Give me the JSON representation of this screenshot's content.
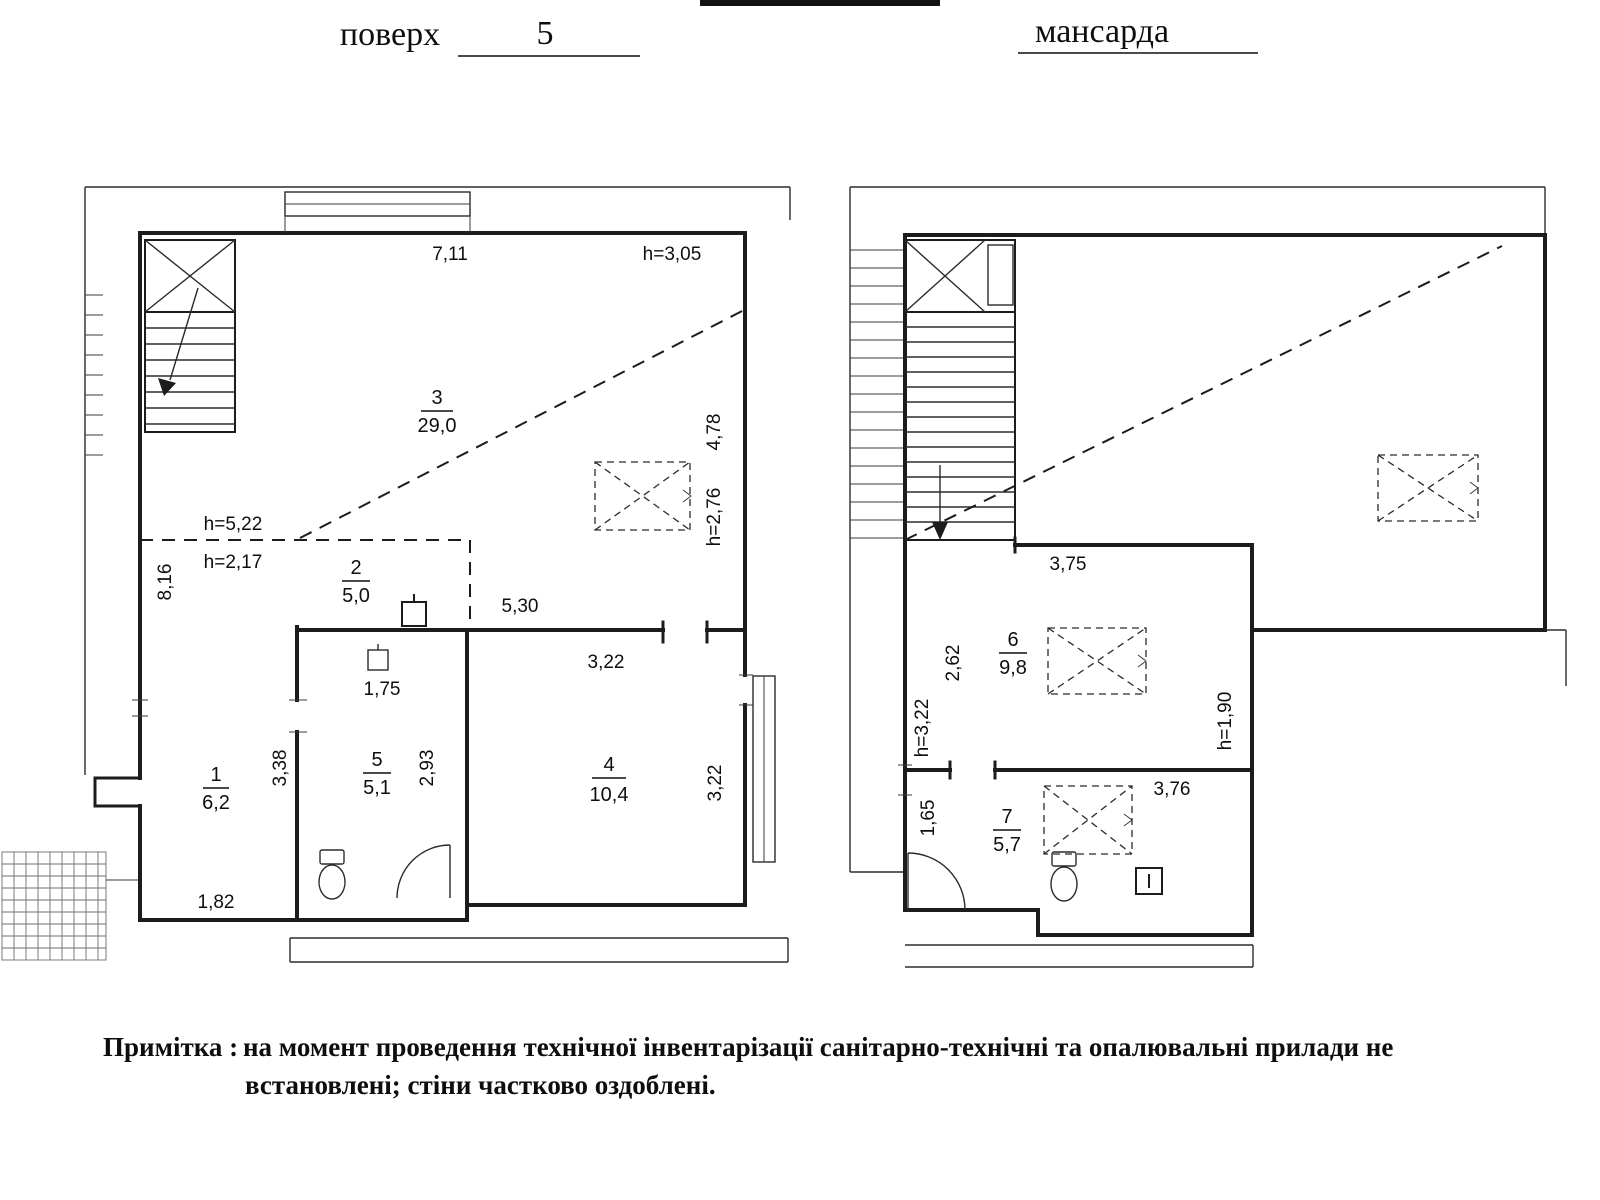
{
  "header": {
    "floor_label": "поверх",
    "floor_number": "5",
    "attic_label": "мансарда"
  },
  "floor5": {
    "rooms": [
      {
        "num": "3",
        "area": "29,0"
      },
      {
        "num": "2",
        "area": "5,0"
      },
      {
        "num": "1",
        "area": "6,2"
      },
      {
        "num": "5",
        "area": "5,1"
      },
      {
        "num": "4",
        "area": "10,4"
      }
    ],
    "dims": {
      "width_top": "7,11",
      "h_top": "h=3,05",
      "h_ridge": "h=5,22",
      "h_low": "h=2,17",
      "depth_left": "8,16",
      "width_corridor": "5,30",
      "width_vent": "1,75",
      "width_room4": "3,22",
      "depth_room4": "3,22",
      "depth_bath": "2,93",
      "depth_room1": "3,38",
      "width_bottom": "1,82",
      "depth_right": "4,78",
      "h_right": "h=2,76"
    }
  },
  "attic": {
    "rooms": [
      {
        "num": "6",
        "area": "9,8"
      },
      {
        "num": "7",
        "area": "5,7"
      }
    ],
    "dims": {
      "width_room6": "3,75",
      "depth_room6": "2,62",
      "h_left": "h=3,22",
      "h_right": "h=1,90",
      "width_room7_left": "1,65",
      "width_room7": "3,76"
    }
  },
  "note": {
    "label": "Примітка :",
    "line1": "на момент проведення технічної інвентарізації санітарно-технічні та опалювальні прилади не",
    "line2": "встановлені; стіни частково оздоблені."
  }
}
